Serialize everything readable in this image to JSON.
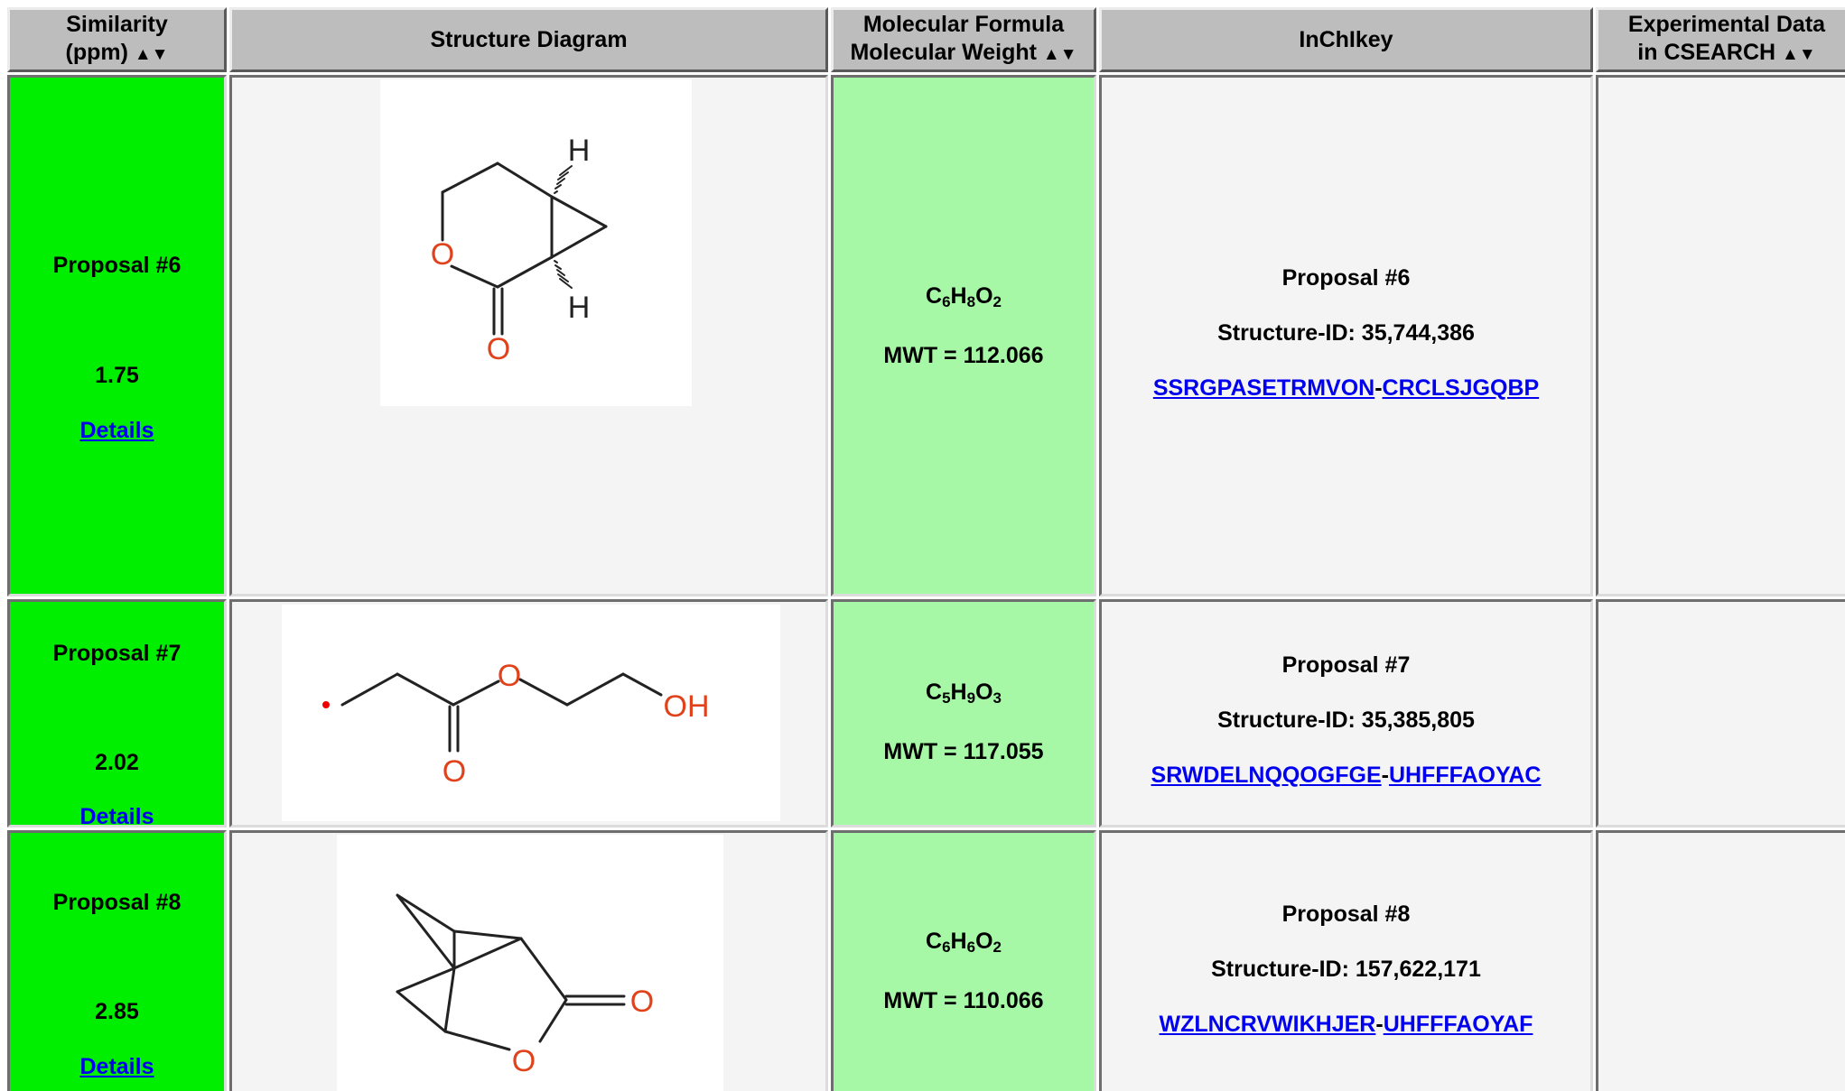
{
  "headers": {
    "similarity": [
      "Similarity",
      "(ppm)"
    ],
    "structure": "Structure Diagram",
    "formula": [
      "Molecular Formula",
      "Molecular Weight"
    ],
    "inchikey": "InChIkey",
    "experimental": [
      "Experimental Data",
      "in CSEARCH"
    ],
    "sort_arrows": "▲▼"
  },
  "rows": [
    {
      "proposal": "Proposal #6",
      "score": "1.75",
      "details": "Details",
      "formula": [
        [
          "C",
          "6"
        ],
        [
          "H",
          "8"
        ],
        [
          "O",
          "2"
        ]
      ],
      "mwt": "MWT = 112.066",
      "structure_id": "Structure-ID: 35,744,386",
      "inchi_a": "SSRGPASETRMVON",
      "inchi_b": "CRCLSJGQBP",
      "atom_labels": [
        "O",
        "O",
        "H",
        "H"
      ]
    },
    {
      "proposal": "Proposal #7",
      "score": "2.02",
      "details": "Details",
      "formula": [
        [
          "C",
          "5"
        ],
        [
          "H",
          "9"
        ],
        [
          "O",
          "3"
        ]
      ],
      "mwt": "MWT = 117.055",
      "structure_id": "Structure-ID: 35,385,805",
      "inchi_a": "SRWDELNQQOGFGE",
      "inchi_b": "UHFFFAOYAC",
      "atom_labels": [
        "O",
        "O",
        "OH"
      ]
    },
    {
      "proposal": "Proposal #8",
      "score": "2.85",
      "details": "Details",
      "formula": [
        [
          "C",
          "6"
        ],
        [
          "H",
          "6"
        ],
        [
          "O",
          "2"
        ]
      ],
      "mwt": "MWT = 110.066",
      "structure_id": "Structure-ID: 157,622,171",
      "inchi_a": "WZLNCRVWIKHJER",
      "inchi_b": "UHFFFAOYAF",
      "atom_labels": [
        "O",
        "O"
      ]
    }
  ],
  "colors": {
    "header_bg": "#bdbdbd",
    "similarity_bg": "#00ee00",
    "formula_bg": "#a6f8a6",
    "cell_bg": "#f4f4f4",
    "link": "#0000ee",
    "atom_oxygen": "#e0431c",
    "radical_dot": "#ee0000"
  }
}
